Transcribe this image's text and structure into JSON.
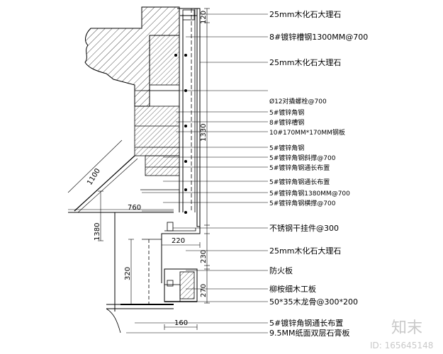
{
  "colors": {
    "line": "#000000",
    "hatch": "#000000",
    "watermark": "#c9c9c9",
    "background": "#ffffff"
  },
  "labels": [
    "25mm木化石大理石",
    "8#镀锌槽钢1300MM@700",
    "25mm木化石大理石",
    "Ø12对撬螺栓@700",
    "5#镀锌角钢",
    "8#镀锌槽钢",
    "10#170MM*170MM钢板",
    "5#镀锌角钢",
    "5#镀锌角钢斜撑@700",
    "5#镀锌角钢通长布置",
    "5#镀锌角钢通长布置",
    "5#镀锌角钢1380MM@700",
    "5#镀锌角钢横撑@700",
    "不锈钢干挂件@300",
    "25mm木化石大理石",
    "防火板",
    "柳桉细木工板",
    "50*35木龙骨@300*200",
    "5#镀锌角钢通长布置",
    "9.5MM纸面双层石膏板"
  ],
  "dimensions": {
    "d120": "120",
    "d1330": "1330",
    "d1100": "1100",
    "d760": "760",
    "d1380": "1380",
    "d220": "220",
    "d230": "230",
    "d320": "320",
    "d270": "270",
    "d160": "160"
  },
  "watermark": {
    "logo": "知末",
    "id": "ID: 165645148"
  }
}
